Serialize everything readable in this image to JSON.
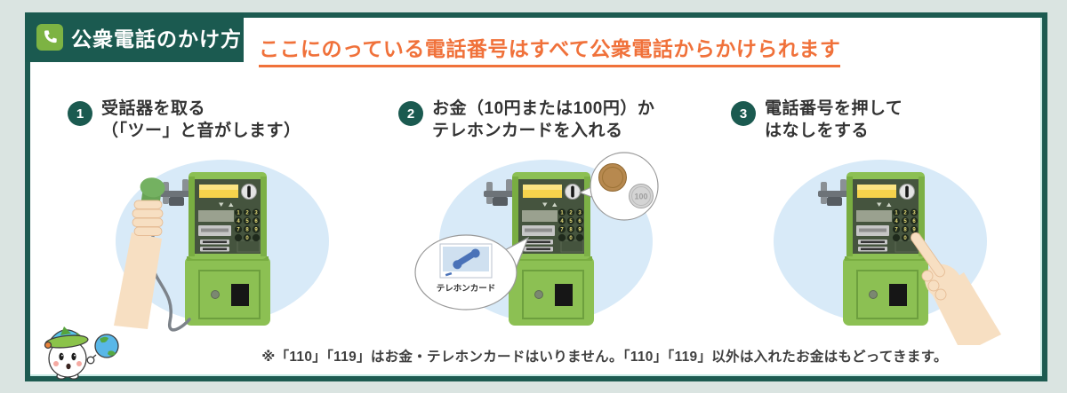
{
  "header": {
    "icon": "phone-receiver-icon",
    "title": "公衆電話のかけ方",
    "headline": "ここにのっている電話番号はすべて公衆電話からかけられます"
  },
  "steps": [
    {
      "number": "1",
      "lines": [
        "受話器を取る",
        "（「ツー」と音がします）"
      ]
    },
    {
      "number": "2",
      "lines": [
        "お金（10円または100円）か",
        "テレホンカードを入れる"
      ]
    },
    {
      "number": "3",
      "lines": [
        "電話番号を押して",
        "はなしをする"
      ]
    }
  ],
  "callouts": {
    "coin_100_label": "100",
    "card_label": "テレホンカード"
  },
  "illustrations": {
    "keypad_digits": [
      "1",
      "2",
      "3",
      "4",
      "5",
      "6",
      "7",
      "8",
      "9",
      "0"
    ],
    "step1": "hand-lifting-green-receiver",
    "step2": "payphone-with-coin-and-telephone-card-callouts",
    "step3": "finger-pressing-number-keypad",
    "mascot": "town-mascot-holding-globe"
  },
  "footnote": "※「110」「119」はお金・テレホンカードはいりません。「110」「119」以外は入れたお金はもどってきます。",
  "colors": {
    "frame_teal": "#1d5b51",
    "accent_orange": "#f0713a",
    "badge_green": "#7db343",
    "illustration_blue": "#d8eaf8",
    "phone_green": "#8cc053"
  }
}
